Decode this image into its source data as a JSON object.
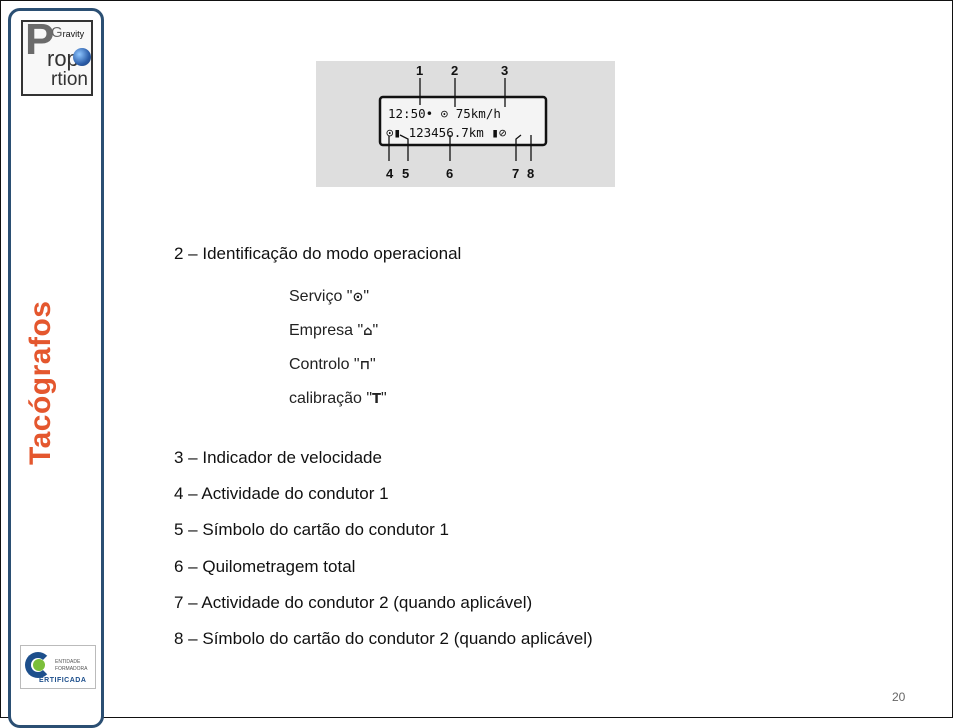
{
  "sidebar": {
    "logo": {
      "big_letter": "P",
      "g_letter": "G",
      "g_small": "ravity",
      "rop": "rop",
      "rtion": "rtion"
    },
    "vertical_title": "Tacógrafos",
    "badge": {
      "line1": "ENTIDADE",
      "line2": "FORMADORA",
      "line3": "ERTIFICADA"
    },
    "title_color": "#e4572e",
    "frame_color": "#2b4f73"
  },
  "display": {
    "numbers": [
      "1",
      "2",
      "3",
      "4",
      "5",
      "6",
      "7",
      "8"
    ],
    "row1": "12:50• ⊙  75km/h",
    "row2": "⊙▮ 123456.7km ▮⊘"
  },
  "items": {
    "mode_heading": "2 – Identificação do modo operacional",
    "modes": [
      {
        "label": "Serviço \"",
        "symbol": "⊙",
        "end": "\""
      },
      {
        "label": "Empresa \"",
        "symbol": "⌂",
        "end": "\""
      },
      {
        "label": "Controlo \"",
        "symbol": "⊓",
        "end": "\""
      },
      {
        "label": "calibração \"",
        "symbol": "T",
        "end": "\""
      }
    ],
    "list": [
      "3 – Indicador de velocidade",
      "4 – Actividade do condutor 1",
      "5 – Símbolo do cartão do condutor 1",
      "6 – Quilometragem total",
      "7 – Actividade do condutor 2 (quando aplicável)",
      "8 – Símbolo do cartão do condutor 2 (quando aplicável)"
    ]
  },
  "page_number": "20"
}
